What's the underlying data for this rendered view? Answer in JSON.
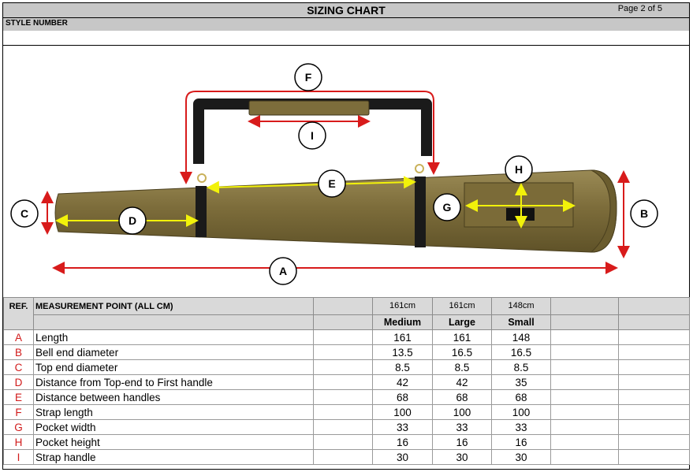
{
  "header": {
    "title": "SIZING CHART",
    "page": "Page 2 of 5",
    "style_label": "STYLE NUMBER",
    "style_value": ""
  },
  "diagram": {
    "labels": [
      "A",
      "B",
      "C",
      "D",
      "E",
      "F",
      "G",
      "H",
      "I"
    ],
    "bag_color": "#7a6a3a",
    "arrow_red": "#d81b1b",
    "arrow_yellow": "#f2f20a"
  },
  "table": {
    "ref_header": "REF.",
    "measure_header": "MEASUREMENT POINT (ALL CM)",
    "sizes": [
      {
        "length": "161cm",
        "name": "Medium"
      },
      {
        "length": "161cm",
        "name": "Large"
      },
      {
        "length": "148cm",
        "name": "Small"
      }
    ],
    "rows": [
      {
        "ref": "A",
        "point": "Length",
        "values": [
          "161",
          "161",
          "148"
        ]
      },
      {
        "ref": "B",
        "point": "Bell end diameter",
        "values": [
          "13.5",
          "16.5",
          "16.5"
        ]
      },
      {
        "ref": "C",
        "point": "Top end diameter",
        "values": [
          "8.5",
          "8.5",
          "8.5"
        ]
      },
      {
        "ref": "D",
        "point": "Distance from Top-end to First handle",
        "values": [
          "42",
          "42",
          "35"
        ]
      },
      {
        "ref": "E",
        "point": "Distance between handles",
        "values": [
          "68",
          "68",
          "68"
        ]
      },
      {
        "ref": "F",
        "point": "Strap length",
        "values": [
          "100",
          "100",
          "100"
        ]
      },
      {
        "ref": "G",
        "point": "Pocket width",
        "values": [
          "33",
          "33",
          "33"
        ]
      },
      {
        "ref": "H",
        "point": "Pocket height",
        "values": [
          "16",
          "16",
          "16"
        ]
      },
      {
        "ref": "I",
        "point": "Strap handle",
        "values": [
          "30",
          "30",
          "30"
        ]
      }
    ]
  }
}
